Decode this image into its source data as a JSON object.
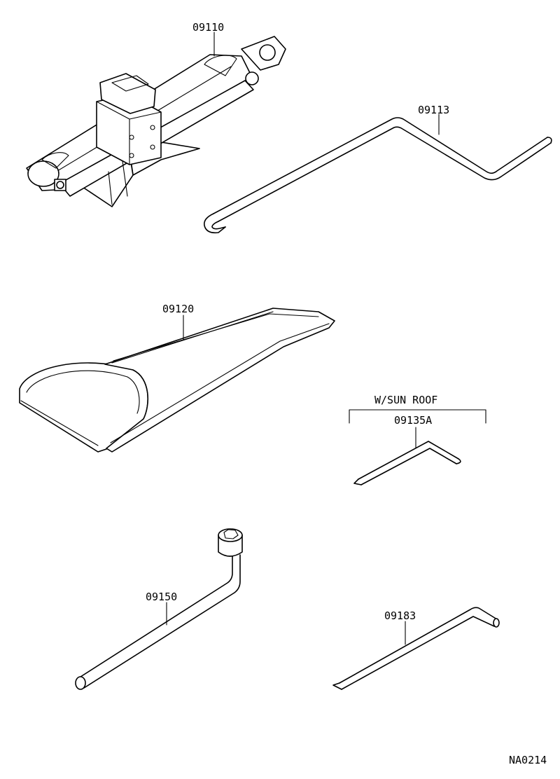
{
  "parts": {
    "jack": {
      "number": "09110"
    },
    "jack_handle": {
      "number": "09113"
    },
    "tool_bag": {
      "number": "09120"
    },
    "sunroof_wrench": {
      "number": "09135A"
    },
    "lug_wrench": {
      "number": "09150"
    },
    "tool_09183": {
      "number": "09183"
    }
  },
  "sunroof_group": {
    "label": "W/SUN ROOF"
  },
  "diagram_code": "NA0214"
}
